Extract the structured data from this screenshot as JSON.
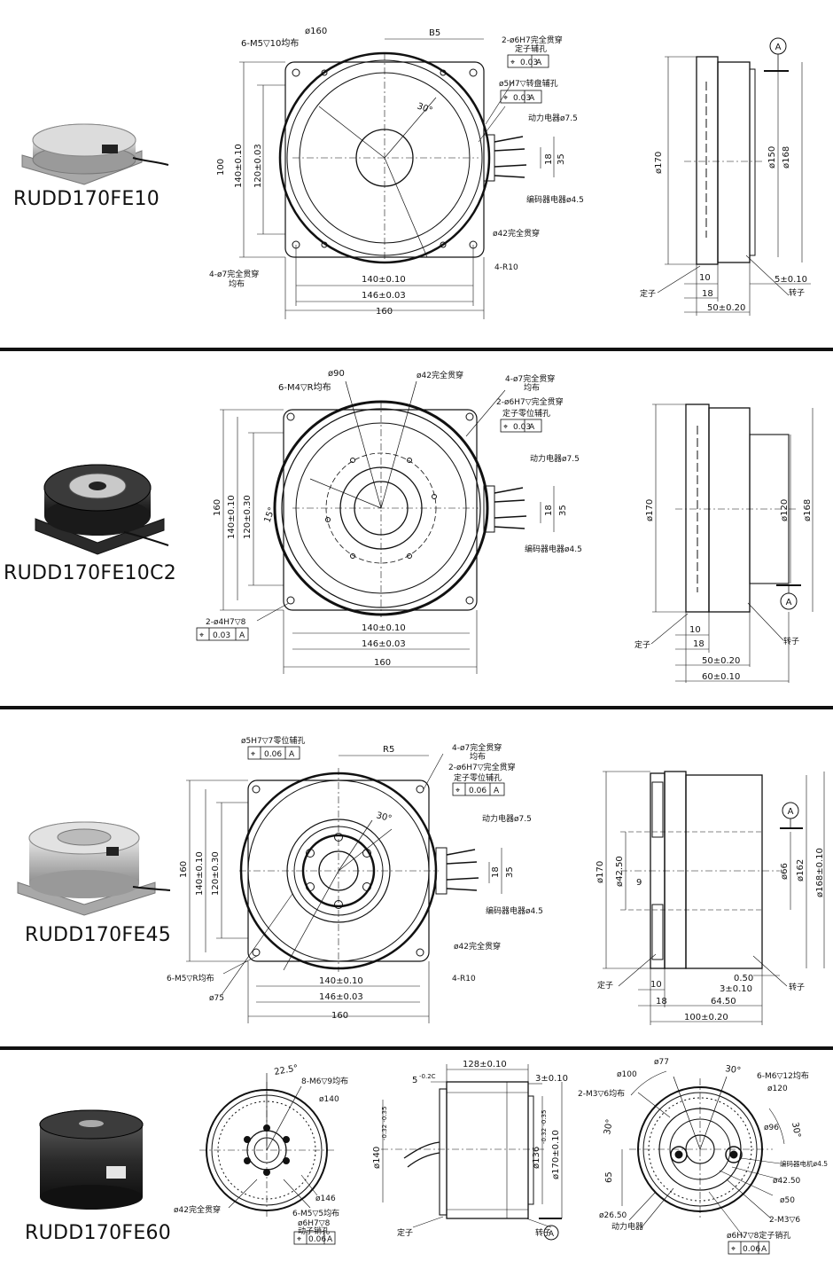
{
  "models": [
    {
      "name": "RUDD170FE10"
    },
    {
      "name": "RUDD170FE10C2"
    },
    {
      "name": "RUDD170FE45"
    },
    {
      "name": "RUDD170FE60"
    }
  ],
  "s1": {
    "d160": "ø160",
    "m5": "6-M5▽10均布",
    "b5": "B5",
    "pin1": "2-ø6H7完全贯穿",
    "pin1b": "定子辅孔",
    "tol": "0.03",
    "datum": "A",
    "rot": "ø5H7▽转盘辅孔",
    "pow": "动力电器ø7.5",
    "enc": "编码器电器ø4.5",
    "a30": "30°",
    "d42": "ø42完全贯穿",
    "r10": "4-R10",
    "h7": "4-ø7完全贯穿",
    "h7b": "均布",
    "w140": "140±0.10",
    "w146": "146±0.03",
    "w160": "160",
    "h100": "100",
    "h140": "140±0.10",
    "h120": "120±0.03",
    "c18": "18",
    "c35": "35",
    "sd170": "ø170",
    "sd150": "ø150",
    "sd168": "ø168",
    "s10": "10",
    "s18": "18",
    "s50": "50±0.20",
    "s5": "5±0.10",
    "stator": "定子",
    "rotor": "转子"
  },
  "s2": {
    "d90": "ø90",
    "m4": "6-M4▽R均布",
    "d42": "ø42完全贯穿",
    "h7": "4-ø7完全贯穿",
    "h7b": "均布",
    "pin": "2-ø6H7▽完全贯穿",
    "pinb": "定子零位辅孔",
    "tol": "0.03",
    "datum": "A",
    "pow": "动力电器ø7.5",
    "enc": "编码器电器ø4.5",
    "a15": "15°",
    "hole4": "2-ø4H7▽8",
    "w140": "140±0.10",
    "w146": "146±0.03",
    "w160": "160",
    "h160": "160",
    "h140": "140±0.10",
    "h120": "120±0.30",
    "c18": "18",
    "c35": "35",
    "sd170": "ø170",
    "sd120": "ø120",
    "sd168": "ø168",
    "s10": "10",
    "s18": "18",
    "s50": "50±0.20",
    "s60": "60±0.10",
    "stator": "定子",
    "rotor": "转子"
  },
  "s3": {
    "pin0": "ø5H7▽7零位辅孔",
    "tol": "0.06",
    "datum": "A",
    "r5": "R5",
    "h7": "4-ø7完全贯穿",
    "h7b": "均布",
    "pin": "2-ø6H7▽完全贯穿",
    "pinb": "定子零位辅孔",
    "a30": "30°",
    "pow": "动力电器ø7.5",
    "enc": "编码器电器ø4.5",
    "d42": "ø42完全贯穿",
    "r10": "4-R10",
    "m5": "6-M5▽R均布",
    "d75": "ø75",
    "w140": "140±0.10",
    "w146": "146±0.03",
    "w160": "160",
    "h160": "160",
    "h140": "140±0.10",
    "h120": "120±0.30",
    "c18": "18",
    "c35": "35",
    "sd170": "ø170",
    "sd4250": "ø42.50",
    "s9": "9",
    "sd66": "ø66",
    "sd162": "ø162",
    "sd168": "ø168±0.10",
    "s10": "10",
    "s18": "18",
    "s050": "0.50",
    "s3": "3±0.10",
    "s6450": "64.50",
    "s100": "100±0.20",
    "stator": "定子",
    "rotor": "转子"
  },
  "s4": {
    "a225": "22.5°",
    "m6": "8-M6▽9均布",
    "d140": "ø140",
    "d42": "ø42完全贯穿",
    "d146": "ø146",
    "m5": "6-M5▽5均布",
    "pin": "ø6H7▽8",
    "pinb": "动子销孔",
    "tol": "0.06",
    "datum": "A",
    "w128": "128±0.10",
    "s5": "5",
    "s5tol": "-0.2C",
    "s3": "3±0.10",
    "sd140": "ø140",
    "sd140tol": "-0.32 -0.35",
    "sd136": "ø136",
    "sd136tol": "-0.32 -0.35",
    "sd170": "ø170±0.10",
    "stator": "定子",
    "rotor": "转子",
    "d77": "ø77",
    "d100": "ø100",
    "a30a": "30°",
    "m6b": "6-M6▽12均布",
    "d120": "ø120",
    "m3a": "2-M3▽6均布",
    "d96": "ø96",
    "a30b": "30°",
    "a30c": "30°",
    "enc": "编码器电机ø4.5",
    "d4250": "ø42.50",
    "h65": "65",
    "d50": "ø50",
    "m3b": "2-M3▽6",
    "d2650": "ø26.50",
    "pow": "动力电器",
    "pin2": "ø6H7▽8定子销孔"
  },
  "colors": {
    "ink": "#111111",
    "paper": "#ffffff"
  }
}
